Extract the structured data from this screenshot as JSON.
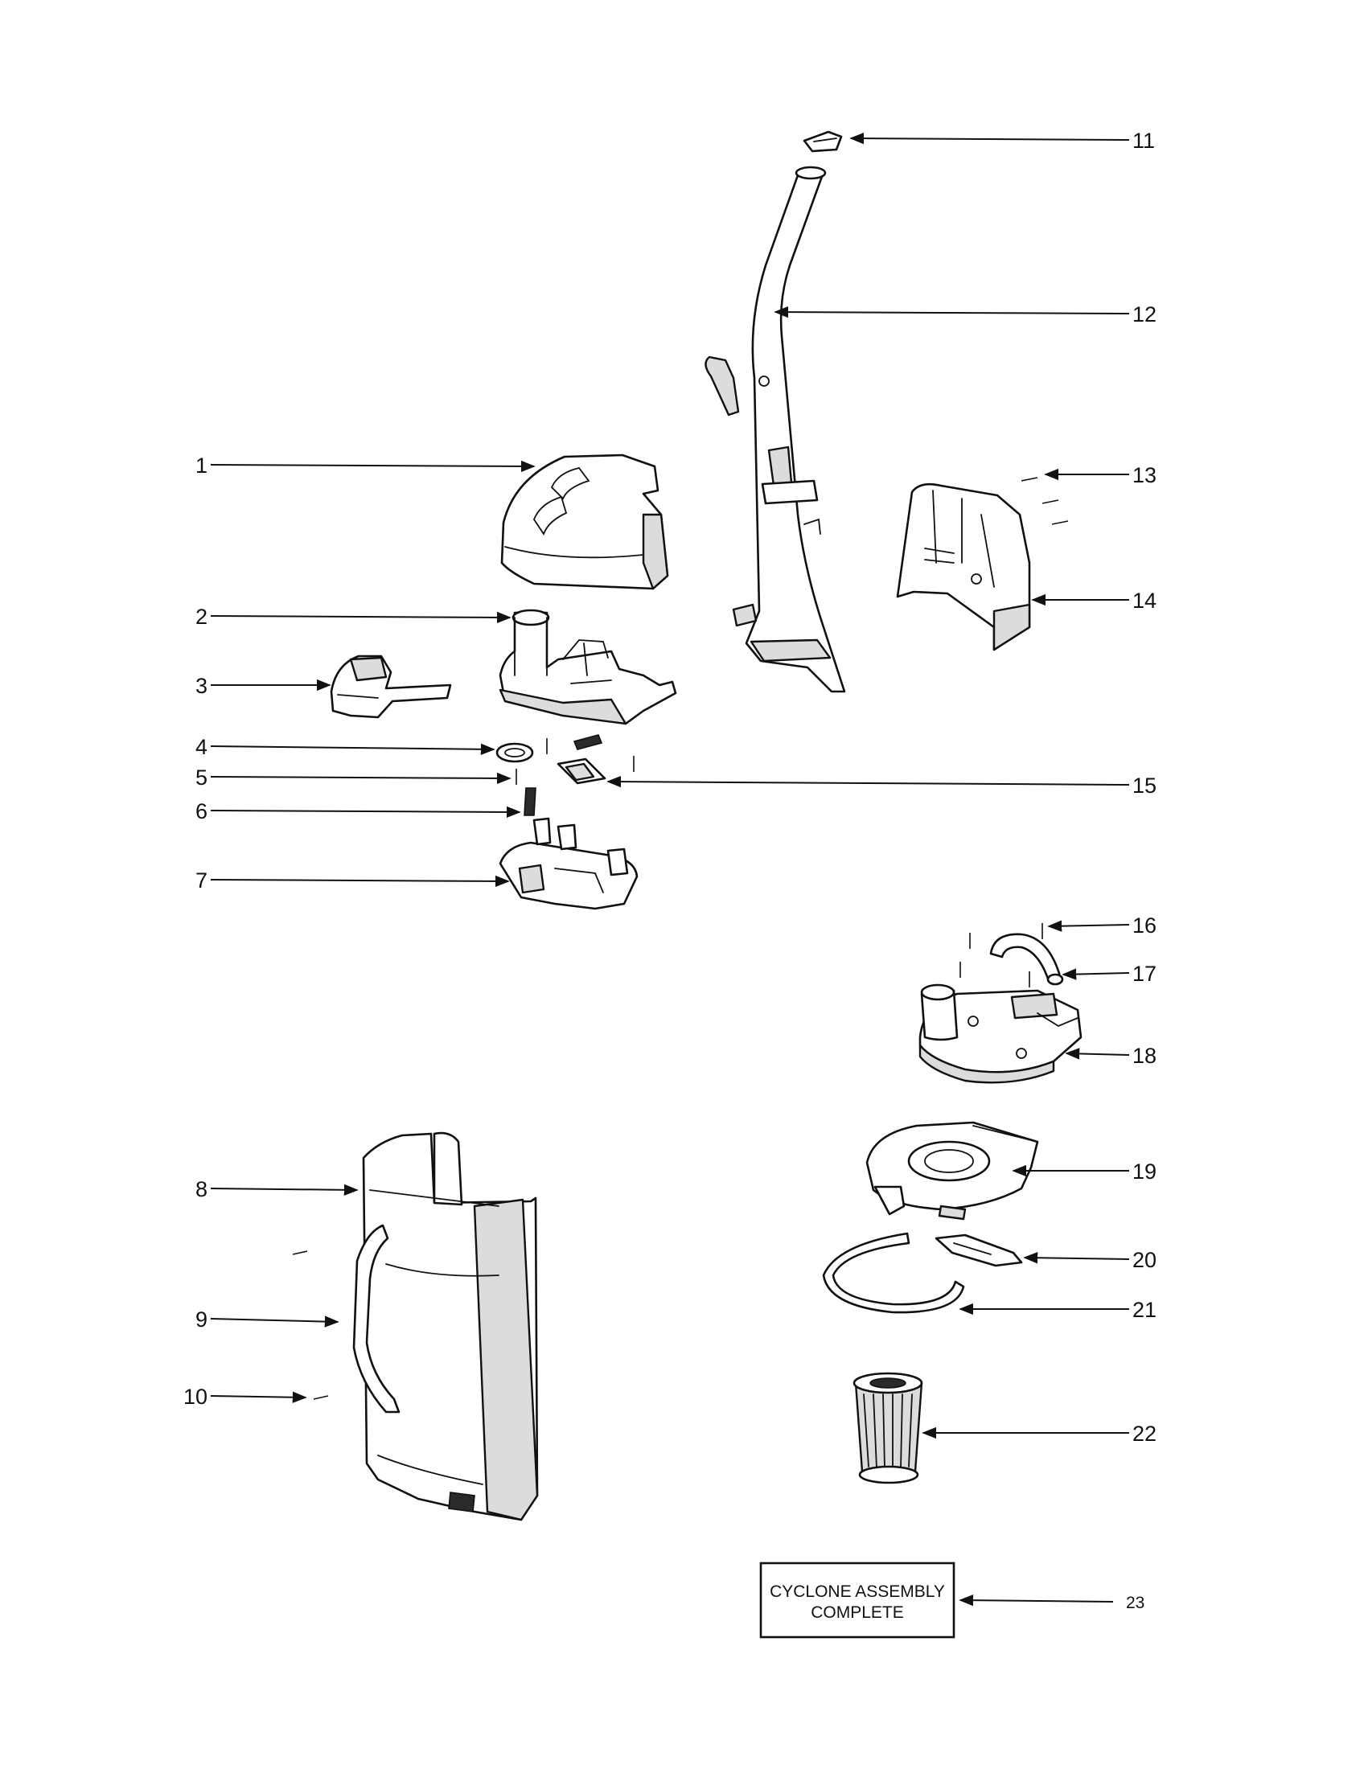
{
  "labels": {
    "p1": "1",
    "p2": "2",
    "p3": "3",
    "p4": "4",
    "p5": "5",
    "p6": "6",
    "p7": "7",
    "p8": "8",
    "p9": "9",
    "p10": "10",
    "p11": "11",
    "p12": "12",
    "p13": "13",
    "p14": "14",
    "p15": "15",
    "p16": "16",
    "p17": "17",
    "p18": "18",
    "p19": "19",
    "p20": "20",
    "p21": "21",
    "p22": "22",
    "p23": "23"
  },
  "assembly_box": {
    "line1": "CYCLONE ASSEMBLY",
    "line2": "COMPLETE"
  }
}
